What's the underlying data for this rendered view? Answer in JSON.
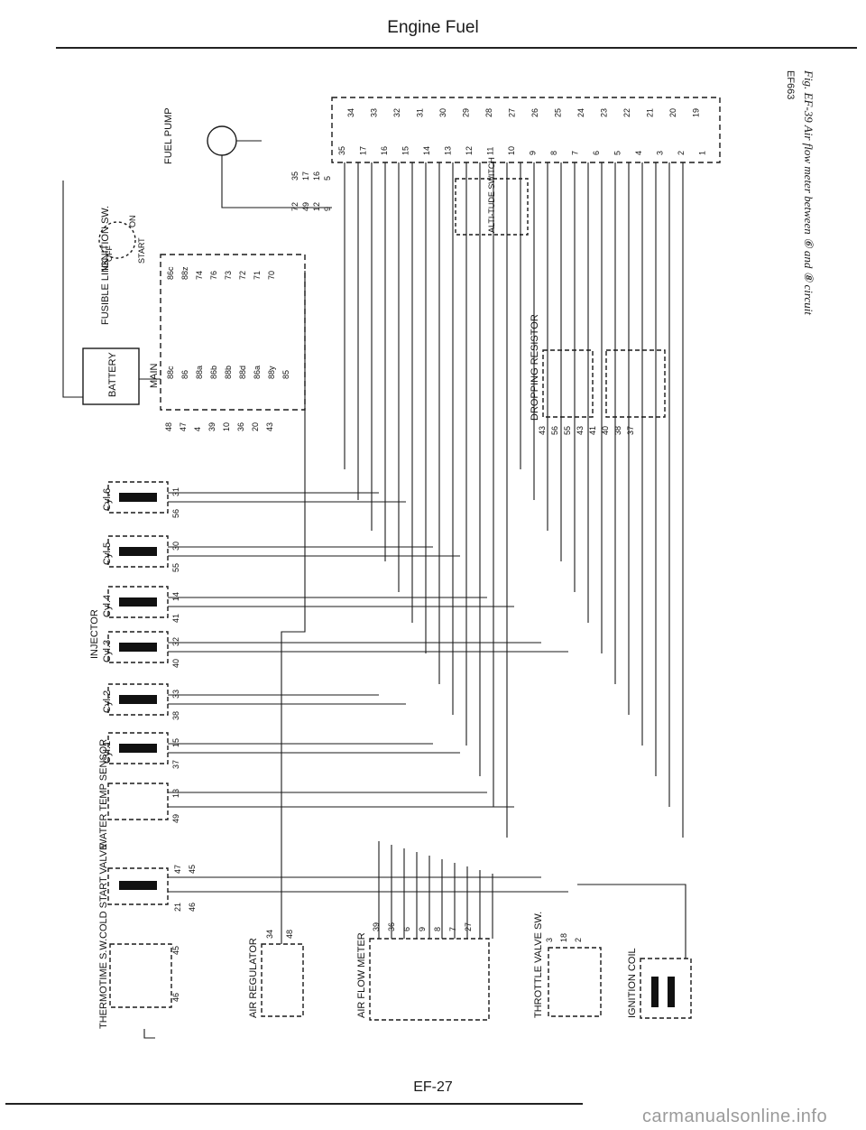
{
  "header": {
    "title": "Engine Fuel"
  },
  "footer": {
    "page_number": "EF-27",
    "watermark": "carmanualsonline.info"
  },
  "figure": {
    "code": "EF663",
    "caption": "Fig. EF-39 Air flow meter between ⑥ and ⑧ circuit"
  },
  "components": {
    "fuel_pump": "FUEL PUMP",
    "ignition_sw": "IGNITION SW.",
    "ign_off": "OFF",
    "ign_on": "ON",
    "ign_start": "START",
    "fusible_link": "FUSIBLE LINK",
    "battery": "BATTERY",
    "main": "MAIN",
    "dropping_resistor": "DROPPING RESISTOR",
    "alti_switch": "ALTI-TUDE SWITCH",
    "injector": "INJECTOR",
    "cyl6": "Cyl.6",
    "cyl5": "Cyl.5",
    "cyl4": "Cyl.4",
    "cyl3": "Cyl.3",
    "cyl2": "Cyl.2",
    "cyl1": "Cyl.1",
    "water_temp_sensor": "WATER TEMP SENSOR",
    "cold_start_valve": "COLD START VALVE",
    "thermotime_sw": "THERMOTIME S.W.",
    "air_regulator": "AIR REGULATOR",
    "air_flow_meter": "AIR FLOW METER",
    "throttle_valve_sw": "THROTTLE VALVE SW.",
    "ignition_coil": "IGNITION COIL"
  },
  "connector_pins_left": [
    "35",
    "17",
    "16",
    "15",
    "14",
    "13",
    "12",
    "11",
    "10",
    "9",
    "8",
    "7",
    "6",
    "5",
    "4",
    "3",
    "2",
    "1"
  ],
  "connector_pins_right": [
    "34",
    "33",
    "32",
    "31",
    "30",
    "29",
    "28",
    "27",
    "26",
    "25",
    "24",
    "23",
    "22",
    "21",
    "20",
    "19"
  ],
  "relay_terminals": [
    "88c",
    "86",
    "88a",
    "86b",
    "88b",
    "88d",
    "86a",
    "88y",
    "85",
    "86c",
    "88z",
    "74",
    "76",
    "73",
    "72",
    "71",
    "70"
  ],
  "relay_wire_numbers": [
    "48",
    "47",
    "4",
    "39",
    "10",
    "36",
    "20",
    "43"
  ],
  "ecu_loose_numbers": [
    "35",
    "17",
    "16",
    "5",
    "72",
    "49",
    "12",
    "9"
  ],
  "injector_pins": {
    "cyl6": [
      "31",
      "56"
    ],
    "cyl5": [
      "30",
      "55"
    ],
    "cyl4": [
      "14",
      "41"
    ],
    "cyl3": [
      "32",
      "40"
    ],
    "cyl2": [
      "33",
      "38"
    ],
    "cyl1": [
      "15",
      "37"
    ]
  },
  "sensor_pins": {
    "water_temp": [
      "13",
      "49"
    ],
    "cold_start": [
      "47",
      "45",
      "21",
      "46"
    ],
    "thermotime": [
      "45",
      "46"
    ],
    "air_regulator": [
      "34",
      "48"
    ],
    "air_flow_meter": [
      "39",
      "36",
      "6",
      "9",
      "8",
      "7",
      "27"
    ],
    "throttle": [
      "3",
      "18",
      "2"
    ]
  },
  "dropping_resistor_pins": [
    "43",
    "56",
    "55",
    "43",
    "41",
    "40",
    "38",
    "37"
  ]
}
